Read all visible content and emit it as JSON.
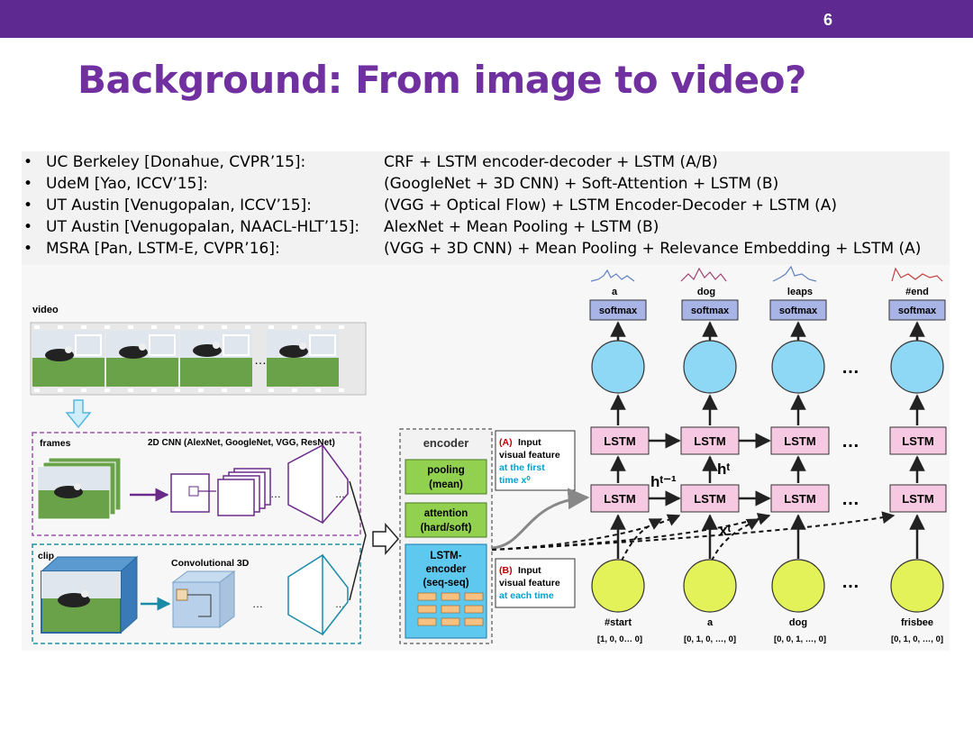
{
  "page_number": "6",
  "title": "Background: From image to video?",
  "bullets": [
    {
      "label": "UC Berkeley [Donahue, CVPR’15]:",
      "method": "CRF + LSTM encoder-decoder + LSTM (A/B)"
    },
    {
      "label": "UdeM [Yao, ICCV’15]:",
      "method": "(GoogleNet + 3D CNN) + Soft-Attention + LSTM (B)"
    },
    {
      "label": "UT Austin [Venugopalan, ICCV’15]:",
      "method": "(VGG + Optical Flow) + LSTM Encoder-Decoder + LSTM (A)"
    },
    {
      "label": "UT Austin [Venugopalan, NAACL-HLT’15]:",
      "method": "AlexNet + Mean Pooling + LSTM (B)"
    },
    {
      "label": "MSRA [Pan, LSTM-E, CVPR’16]:",
      "method": "(VGG + 3D CNN) + Mean Pooling + Relevance Embedding + LSTM (A)"
    }
  ],
  "bullet_symbol": "•",
  "diagram": {
    "video_label": "video",
    "ellipsis": "…",
    "frames_label": "frames",
    "cnn2d_label": "2D CNN (AlexNet, GoogleNet, VGG, ResNet)",
    "clip_label": "clip",
    "conv3d_label": "Convolutional 3D",
    "encoder": {
      "title": "encoder",
      "pooling": [
        "pooling",
        "(mean)"
      ],
      "attention": [
        "attention",
        "(hard/soft)"
      ],
      "lstm_encoder": [
        "LSTM-",
        "encoder",
        "(seq-seq)"
      ]
    },
    "input_a": {
      "tag": "(A)",
      "line1": "Input",
      "line2": "visual feature",
      "line3": "at the first",
      "line4": "time x⁰"
    },
    "input_b": {
      "tag": "(B)",
      "line1": "Input",
      "line2": "visual feature",
      "line3": "at each time"
    },
    "words_out": [
      "a",
      "dog",
      "leaps",
      "#end"
    ],
    "softmax_label": "softmax",
    "lstm_label": "LSTM",
    "h_prev": "hᵗ⁻¹",
    "h_t": "hᵗ",
    "x_t": "xᵗ",
    "words_in": [
      "#start",
      "a",
      "dog",
      "frisbee"
    ],
    "vectors_in": [
      "[1, 0, 0… 0]",
      "[0, 1, 0, …, 0]",
      "[0, 0, 1, …, 0]",
      "[0, 1, 0, …, 0]"
    ],
    "colors": {
      "purple_bar": "#5e2a91",
      "title_purple": "#7030a0",
      "softmax_fill": "#a9b4e6",
      "lstm_fill": "#f6c8e1",
      "circle_top": "#8fd8f5",
      "circle_bottom": "#e4f25a",
      "enc_green": "#92d050",
      "enc_blue": "#5ec8ee",
      "red_tag": "#c00000",
      "cyan_text": "#00a0d0"
    }
  }
}
